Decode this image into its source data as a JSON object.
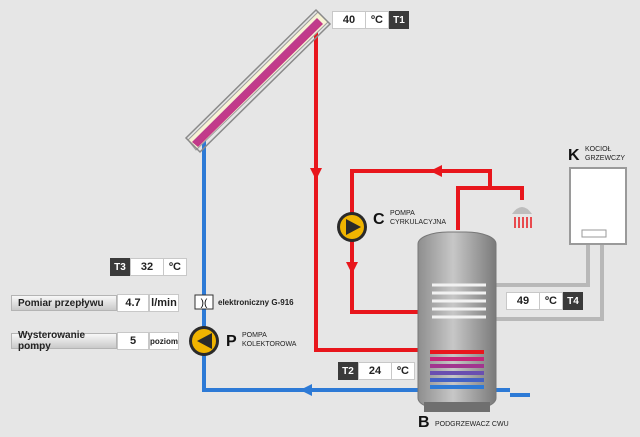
{
  "sensors": {
    "t1": {
      "value": "40",
      "unit": "ºC",
      "tag": "T1"
    },
    "t2": {
      "value": "24",
      "unit": "ºC",
      "tag": "T2"
    },
    "t3": {
      "value": "32",
      "unit": "ºC",
      "tag": "T3"
    },
    "t4": {
      "value": "49",
      "unit": "ºC",
      "tag": "T4"
    }
  },
  "flow": {
    "label": "Pomiar przepływu",
    "value": "4.7",
    "unit": "l/min",
    "device": "elektroniczny G-916"
  },
  "pump_level": {
    "label": "Wysterowanie pompy",
    "value": "5",
    "unit": "poziom"
  },
  "pump_collector": {
    "letter": "P",
    "line1": "POMPA",
    "line2": "KOLEKTOROWA"
  },
  "pump_circulation": {
    "letter": "C",
    "line1": "POMPA",
    "line2": "CYRKULACYJNA"
  },
  "boiler": {
    "letter": "K",
    "line1": "KOCIOŁ",
    "line2": "GRZEWCZY"
  },
  "tank": {
    "letter": "B",
    "label": "PODGRZEWACZ CWU"
  },
  "colors": {
    "hot": "#e8161c",
    "cold": "#2d7ad6",
    "grey_pipe": "#b8b8b8",
    "pump_yellow": "#f0b400"
  }
}
